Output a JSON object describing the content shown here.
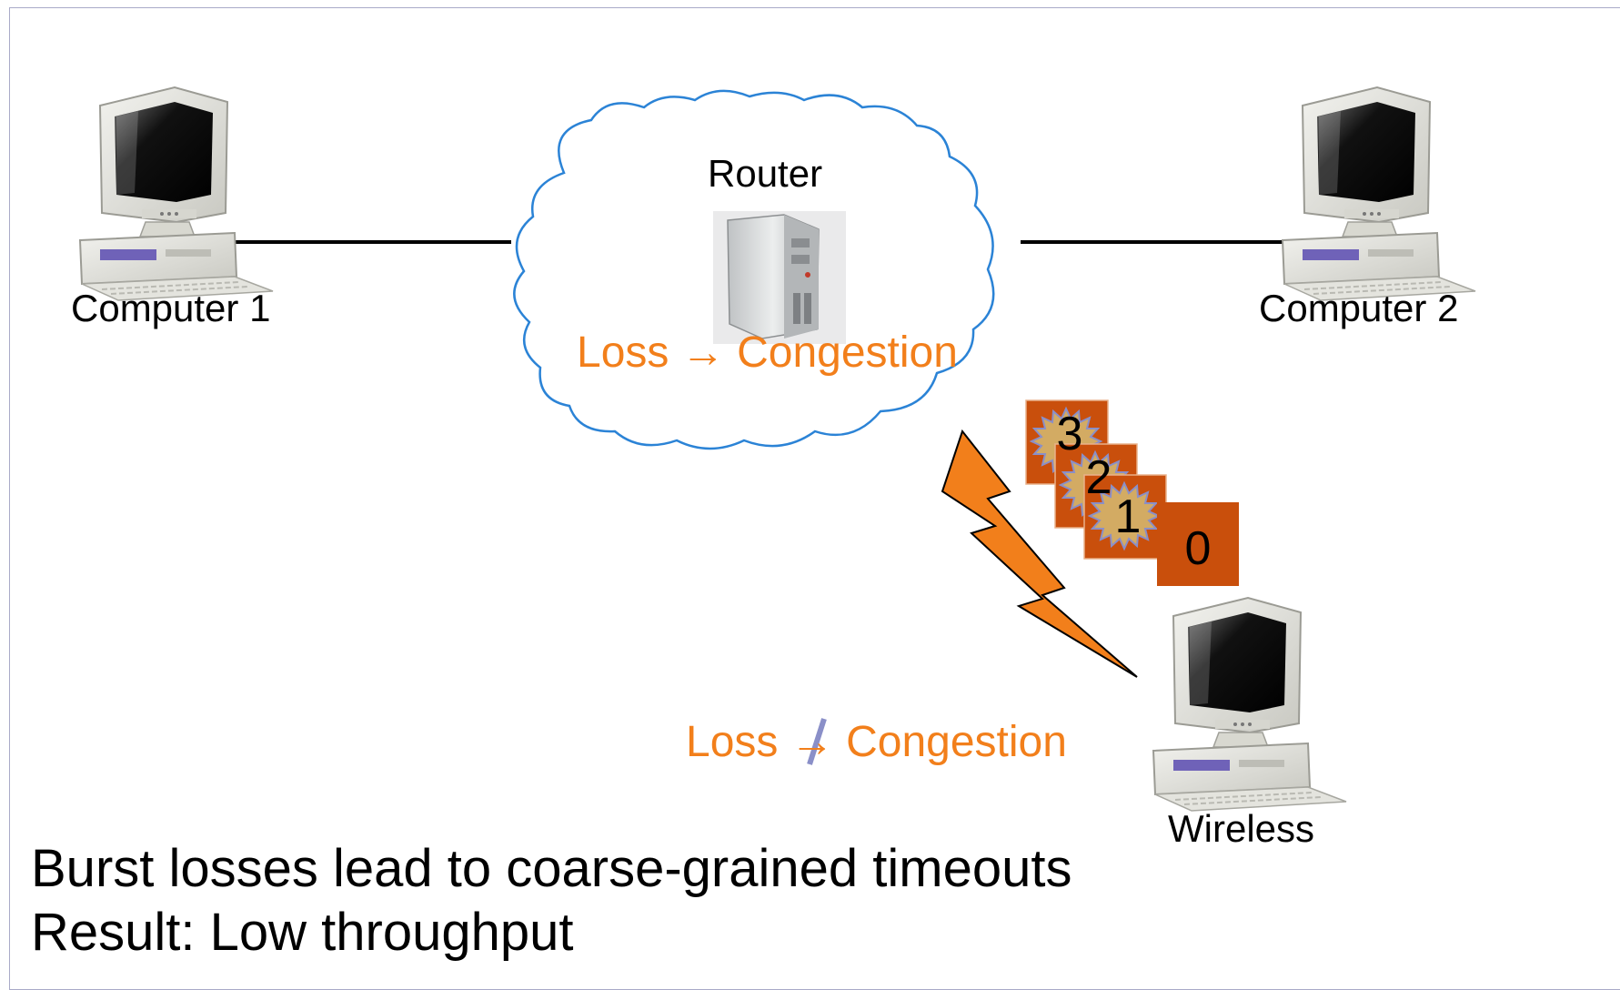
{
  "labels": {
    "router": "Router",
    "computer1": "Computer 1",
    "computer2": "Computer 2",
    "wireless": "Wireless"
  },
  "wired_note": {
    "loss": "Loss",
    "arrow": "→",
    "congestion": "Congestion"
  },
  "wireless_note": {
    "loss": "Loss",
    "arrow": "→",
    "congestion": "Congestion"
  },
  "packets": [
    "3",
    "2",
    "1",
    "0"
  ],
  "bullets": [
    "Burst losses lead to coarse-grained timeouts",
    "Result: Low throughput"
  ],
  "colors": {
    "accent_orange": "#f27f1b",
    "cloud_outline": "#2b83d6",
    "packet_bg": "#c94f0c",
    "burst_fill": "#d3ab63",
    "strike": "#8a8fc8"
  },
  "icons": [
    "computer-icon",
    "router-server-icon",
    "lightning-bolt-icon",
    "packet-burst-icon",
    "cloud-icon"
  ]
}
